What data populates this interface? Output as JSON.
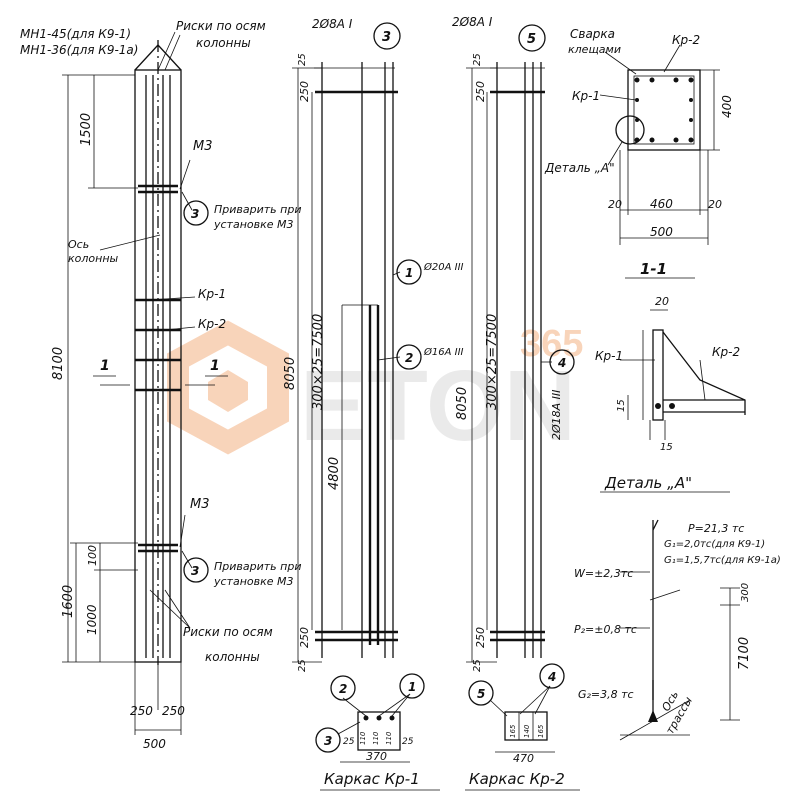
{
  "watermark": {
    "brand": "ETON",
    "suffix": "365",
    "color": "#f4b183"
  },
  "column": {
    "label_top1": "МН1-45(для К9-1)",
    "label_top2": "МН1-36(для К9-1а)",
    "label_marks": "Риски по осям",
    "label_marks2": "колонны",
    "dim_total": "8100",
    "dim_top": "1500",
    "dim_bottom": "1600",
    "dim_1000": "1000",
    "dim_100": "100",
    "m3_top": "М3",
    "m3_bottom": "М3",
    "weld_note1": "Приварить при",
    "weld_note2": "установке М3",
    "axis_label1": "Ось",
    "axis_label2": "колонны",
    "kr1": "Кр-1",
    "kr2": "Кр-2",
    "section_mark": "1",
    "mark3": "3",
    "dim_250a": "250",
    "dim_250b": "250",
    "dim_500": "500"
  },
  "cage1": {
    "title": "Каркас Кр-1",
    "bar_top": "2Ø8А I",
    "mark_top": "3",
    "dim_total": "8050",
    "dim_spacing": "300×25=7500",
    "dim_4800": "4800",
    "dim_250": "250",
    "dim_25": "25",
    "mark1": "1",
    "mark1_note": "Ø20А III",
    "mark2": "2",
    "mark2_note": "Ø16А III",
    "sec_m2": "2",
    "sec_m1": "1",
    "sec_m3": "3",
    "sec_25a": "25",
    "sec_25b": "25",
    "sec_370": "370",
    "sec_110a": "110",
    "sec_110b": "110",
    "sec_110c": "110"
  },
  "cage2": {
    "title": "Каркас Кр-2",
    "bar_top": "2Ø8А I",
    "mark_top": "5",
    "dim_total": "8050",
    "dim_spacing": "300×25=7500",
    "dim_250": "250",
    "dim_25": "25",
    "mark4": "4",
    "mark4_note": "2Ø18А III",
    "sec_m5": "5",
    "sec_m4": "4",
    "sec_165a": "165",
    "sec_140": "140",
    "sec_165b": "165",
    "sec_470": "470"
  },
  "section": {
    "title": "1-1",
    "weld_label1": "Сварка",
    "weld_label2": "клещами",
    "kr2": "Кр-2",
    "kr1": "Кр-1",
    "detail_label": "Деталь „А\"",
    "dim_400": "400",
    "dim_20a": "20",
    "dim_460": "460",
    "dim_20b": "20",
    "dim_500": "500"
  },
  "detail": {
    "title": "Деталь „А\"",
    "kr1": "Кр-1",
    "kr2": "Кр-2",
    "dim_20": "20",
    "dim_15a": "15",
    "dim_15b": "15"
  },
  "loads": {
    "p": "P=21,3 тс",
    "g1a": "G₁=2,0тс(для К9-1)",
    "g1b": "G₁=1,5,7тс(для К9-1а)",
    "w": "W=±2,3тс",
    "p2": "P₂=±0,8 тс",
    "g2": "G₂=3,8 тс",
    "dim_300": "300",
    "dim_7100": "7100",
    "axis1": "Ось",
    "axis2": "трассы"
  }
}
